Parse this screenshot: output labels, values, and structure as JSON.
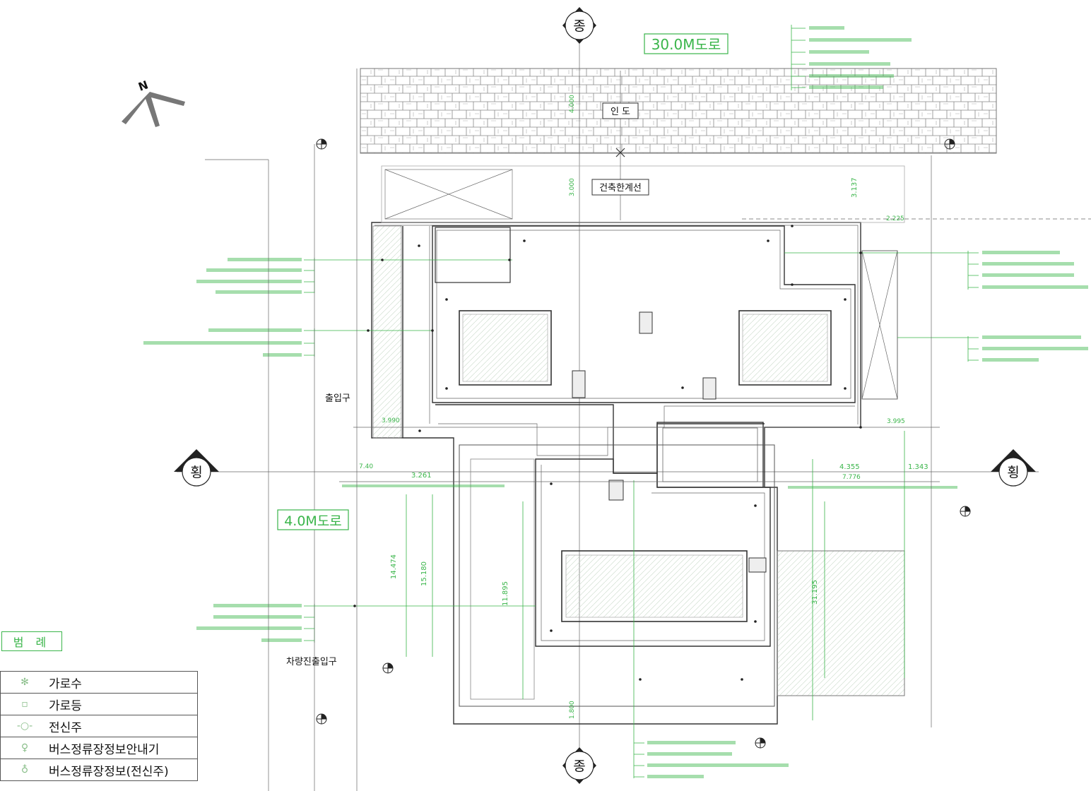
{
  "roads": {
    "north": "30.0M도로",
    "west": "4.0M도로"
  },
  "sections": {
    "top": "종",
    "bottom": "종",
    "left": "횡",
    "right": "횡"
  },
  "labels": {
    "sidewalk": "인 도",
    "building_line": "건축한계선",
    "entrance": "출입구",
    "vehicle_entrance": "차량진출입구"
  },
  "north_arrow": "N",
  "legend": {
    "title": "범 례",
    "items": [
      {
        "symbol": "street-tree-icon",
        "label": "가로수"
      },
      {
        "symbol": "street-light-icon",
        "label": "가로등"
      },
      {
        "symbol": "utility-pole-icon",
        "label": "전신주"
      },
      {
        "symbol": "bus-info-sign-icon",
        "label": "버스정류장정보안내기"
      },
      {
        "symbol": "bus-info-pole-icon",
        "label": "버스정류장정보(전신주)"
      }
    ]
  },
  "dims": {
    "top_sidewalk": "4.000",
    "top_setback": "3.000",
    "right_setback": "3.137",
    "right_tick": "2.225",
    "left_gap": "3.990",
    "right_gap": "3.995",
    "h_left": "3.261",
    "h_left2": "7.40",
    "h_mid1": "4.355",
    "h_mid2": "7.776",
    "h_right": "1.343",
    "v_left1": "14.474",
    "v_left2": "15.180",
    "v_mid": "11.895",
    "v_bottom": "1.800",
    "road_width_label": "31.195"
  },
  "colors": {
    "annotation": "#3ab54a",
    "line": "#333333"
  }
}
